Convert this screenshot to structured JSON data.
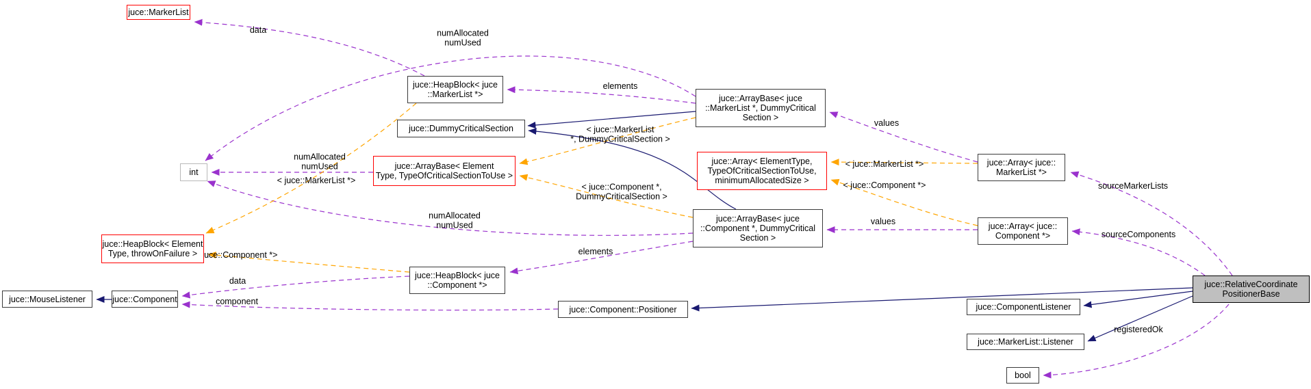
{
  "diagram": {
    "type": "collaboration-graph",
    "nodes": {
      "marker_list": {
        "label": "juce::MarkerList"
      },
      "heapblock_markerlist": {
        "label": "juce::HeapBlock< juce\n::MarkerList *>"
      },
      "arraybase_markerlist": {
        "label": "juce::ArrayBase< juce\n::MarkerList *, DummyCritical\nSection >"
      },
      "dummy_critical_section": {
        "label": "juce::DummyCriticalSection"
      },
      "int_type": {
        "label": "int"
      },
      "arraybase_generic": {
        "label": "juce::ArrayBase< Element\nType, TypeOfCriticalSectionToUse >"
      },
      "array_generic": {
        "label": "juce::Array< ElementType,\nTypeOfCriticalSectionToUse,\nminimumAllocatedSize >"
      },
      "array_markerlist": {
        "label": "juce::Array< juce::\nMarkerList *>"
      },
      "arraybase_component": {
        "label": "juce::ArrayBase< juce\n::Component *, DummyCritical\nSection >"
      },
      "array_component": {
        "label": "juce::Array< juce::\nComponent *>"
      },
      "heapblock_generic": {
        "label": "juce::HeapBlock< Element\nType, throwOnFailure >"
      },
      "heapblock_component": {
        "label": "juce::HeapBlock< juce\n::Component *>"
      },
      "mouse_listener": {
        "label": "juce::MouseListener"
      },
      "component": {
        "label": "juce::Component"
      },
      "positioner": {
        "label": "juce::Component::Positioner"
      },
      "main": {
        "label": "juce::RelativeCoordinate\nPositionerBase"
      },
      "component_listener": {
        "label": "juce::ComponentListener"
      },
      "markerlist_listener": {
        "label": "juce::MarkerList::Listener"
      },
      "bool_type": {
        "label": "bool"
      }
    },
    "edge_labels": {
      "data_top": "data",
      "num_top": "numAllocated\nnumUsed",
      "elements_top": "elements",
      "tmpl_markerlist_dummy": "< juce::MarkerList\n*, DummyCriticalSection >",
      "values_top": "values",
      "tmpl_markerlist_right": "< juce::MarkerList *>",
      "tmpl_component_right": "< juce::Component *>",
      "num_left": "numAllocated\nnumUsed",
      "tmpl_markerlist_left": "< juce::MarkerList *>",
      "tmpl_component_dummy": "< juce::Component *,\nDummyCriticalSection >",
      "num_bottom": "numAllocated\nnumUsed",
      "elements_bottom": "elements",
      "tmpl_component_left": "< juce::Component *>",
      "data_bottom": "data",
      "component_label": "component",
      "source_marker_lists": "sourceMarkerLists",
      "source_components": "sourceComponents",
      "values_bottom": "values",
      "registered_ok": "registeredOk"
    },
    "colors": {
      "inheritance_edge": "#191970",
      "usage_edge": "#9a32cd",
      "template_edge": "#ffa500",
      "highlight_node_border": "#ff0000",
      "node_border": "#3a3a3a",
      "main_node_fill": "#bfbfbf",
      "background": "#ffffff"
    }
  }
}
